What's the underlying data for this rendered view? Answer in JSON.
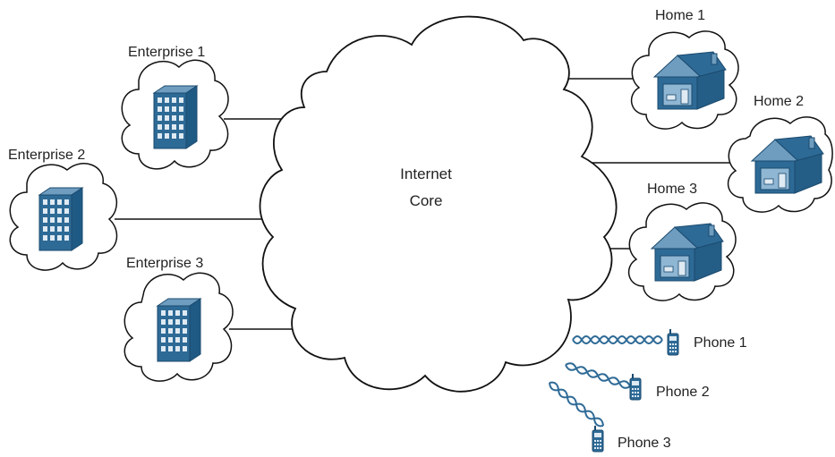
{
  "core": {
    "line1": "Internet",
    "line2": "Core"
  },
  "enterprises": [
    {
      "label": "Enterprise 1"
    },
    {
      "label": "Enterprise 2"
    },
    {
      "label": "Enterprise 3"
    }
  ],
  "homes": [
    {
      "label": "Home 1"
    },
    {
      "label": "Home 2"
    },
    {
      "label": "Home 3"
    }
  ],
  "phones": [
    {
      "label": "Phone 1"
    },
    {
      "label": "Phone 2"
    },
    {
      "label": "Phone 3"
    }
  ],
  "colors": {
    "icon_blue": "#2e6a96",
    "icon_dark": "#1b4a6e",
    "outline": "#111111"
  }
}
